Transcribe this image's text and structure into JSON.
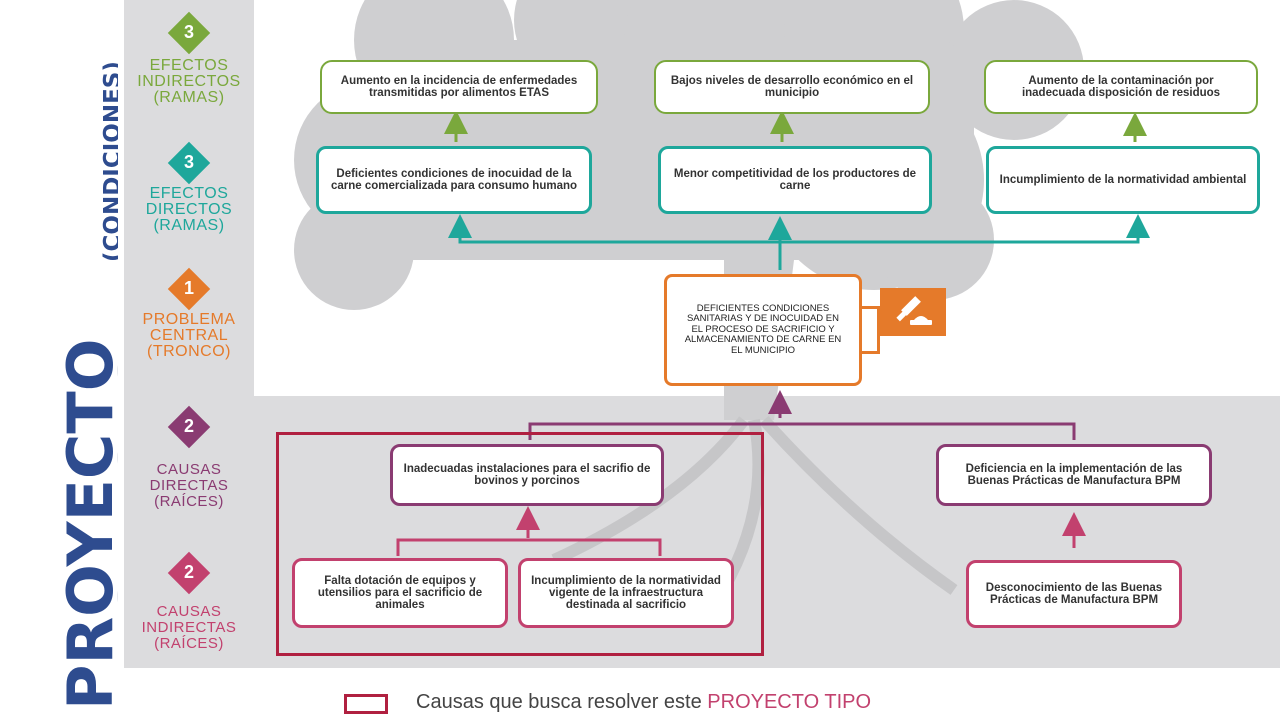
{
  "vertical_title": {
    "main": "PROYECTO",
    "sub": "(CONDICIONES)"
  },
  "levels": [
    {
      "key": "efectos_indirectos",
      "number": "3",
      "label_lines": [
        "EFECTOS",
        "INDIRECTOS",
        "(RAMAS)"
      ],
      "color": "#7aa83c"
    },
    {
      "key": "efectos_directos",
      "number": "3",
      "label_lines": [
        "EFECTOS",
        "DIRECTOS",
        "(RAMAS)"
      ],
      "color": "#1ea79b"
    },
    {
      "key": "problema_central",
      "number": "1",
      "label_lines": [
        "PROBLEMA",
        "CENTRAL",
        "(TRONCO)"
      ],
      "color": "#e57a2a"
    },
    {
      "key": "causas_directas",
      "number": "2",
      "label_lines": [
        "CAUSAS",
        "DIRECTAS",
        "(RAÍCES)"
      ],
      "color": "#8a3b72"
    },
    {
      "key": "causas_indirectas",
      "number": "2",
      "label_lines": [
        "CAUSAS",
        "INDIRECTAS",
        "(RAÍCES)"
      ],
      "color": "#c2416e"
    }
  ],
  "indirect_effects": [
    "Aumento en la incidencia de enfermedades transmitidas por alimentos ETAS",
    "Bajos niveles de desarrollo económico en el municipio",
    "Aumento de la contaminación por inadecuada disposición de residuos"
  ],
  "direct_effects": [
    "Deficientes condiciones de inocuidad de la carne comercializada para consumo humano",
    "Menor competitividad de los productores de carne",
    "Incumplimiento de la normatividad ambiental"
  ],
  "central_problem": "DEFICIENTES CONDICIONES SANITARIAS Y DE INOCUIDAD EN EL PROCESO DE SACRIFICIO Y ALMACENAMIENTO DE CARNE EN EL MUNICIPIO",
  "direct_causes": [
    "Inadecuadas instalaciones para el sacrifio de bovinos y porcinos",
    "Deficiencia en la implementación de las Buenas Prácticas de Manufactura BPM"
  ],
  "indirect_causes": [
    "Falta dotación de equipos y utensilios para el sacrificio de animales",
    "Incumplimiento de la normatividad vigente de la infraestructura destinada al sacrificio",
    "Desconocimiento de las Buenas Prácticas de Manufactura BPM"
  ],
  "legend": {
    "text": "Causas que busca resolver este ",
    "highlight": "PROYECTO TIPO",
    "highlight_color": "#c2416e"
  },
  "colors": {
    "green": "#7aa83c",
    "teal": "#1ea79b",
    "orange": "#e57a2a",
    "purple": "#8a3b72",
    "pink": "#c2416e",
    "red": "#b02040",
    "tree": "#cfcfd1"
  },
  "icons": {
    "central_badge": "gavel-icon"
  }
}
